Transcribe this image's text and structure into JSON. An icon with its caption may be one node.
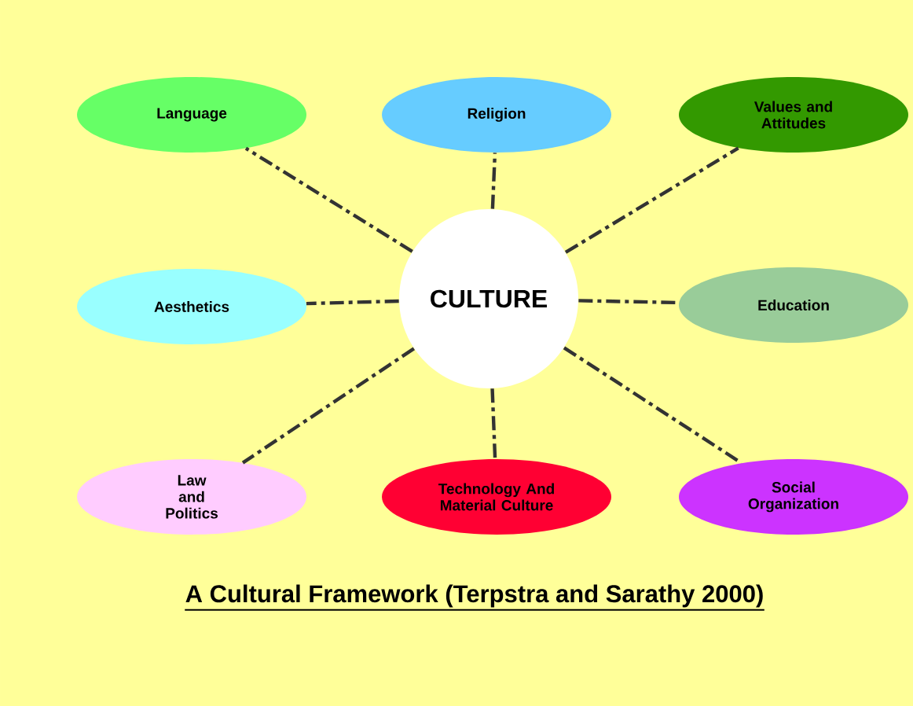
{
  "diagram": {
    "caption": "A Cultural Framework (Terpstra and Sarathy 2000)",
    "nodes": [
      {
        "text": [
          "Language"
        ]
      },
      {
        "text": [
          "Religion"
        ]
      },
      {
        "text": [
          "Values and Attitudes"
        ]
      },
      {
        "text": [
          "Aesthetics"
        ]
      },
      {
        "text": [
          "CULTURE"
        ]
      },
      {
        "text": [
          "Education"
        ]
      },
      {
        "text": [
          "Law and Politics"
        ]
      },
      {
        "text": [
          "Technology And Material Culture"
        ]
      },
      {
        "text": [
          "Social Organization"
        ]
      }
    ],
    "edges": [
      {
        "from": 4,
        "to": 0,
        "arrow": "none",
        "style": "dashed"
      },
      {
        "from": 4,
        "to": 1,
        "arrow": "none",
        "style": "dashed"
      },
      {
        "from": 4,
        "to": 2,
        "arrow": "none",
        "style": "dashed"
      },
      {
        "from": 4,
        "to": 3,
        "arrow": "none",
        "style": "dashed"
      },
      {
        "from": 4,
        "to": 5,
        "arrow": "none",
        "style": "dashed"
      },
      {
        "from": 4,
        "to": 6,
        "arrow": "none",
        "style": "dashed"
      },
      {
        "from": 4,
        "to": 7,
        "arrow": "none",
        "style": "dashed"
      },
      {
        "from": 4,
        "to": 8,
        "arrow": "none",
        "style": "dashed"
      }
    ]
  }
}
